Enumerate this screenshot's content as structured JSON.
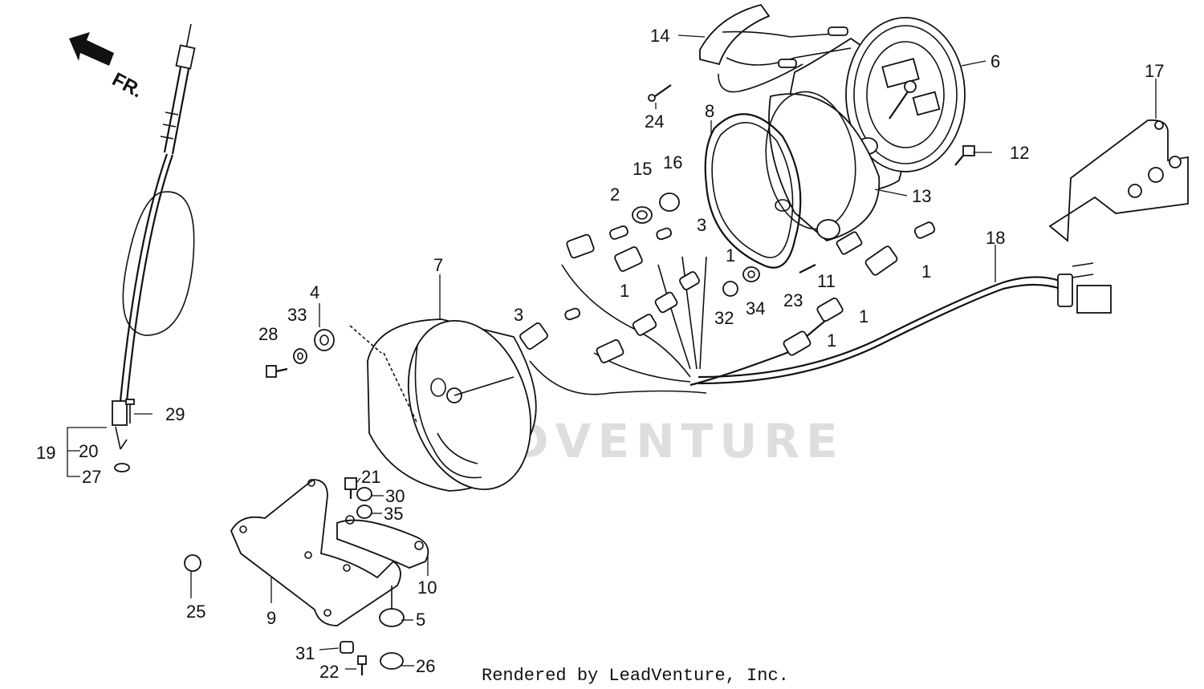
{
  "diagram": {
    "direction_label": "FR.",
    "watermark": "LEADVENTURE",
    "credit": "Rendered by LeadVenture, Inc.",
    "part_numbers": {
      "p1a": "1",
      "p1b": "1",
      "p1c": "1",
      "p1d": "1",
      "p1e": "1",
      "p2": "2",
      "p3a": "3",
      "p3b": "3",
      "p4": "4",
      "p5": "5",
      "p6": "6",
      "p7": "7",
      "p8": "8",
      "p9": "9",
      "p10": "10",
      "p11": "11",
      "p12": "12",
      "p13": "13",
      "p14": "14",
      "p15": "15",
      "p16": "16",
      "p17": "17",
      "p18": "18",
      "p19": "19",
      "p20": "20",
      "p21": "21",
      "p22": "22",
      "p23": "23",
      "p24": "24",
      "p25": "25",
      "p26": "26",
      "p27": "27",
      "p28": "28",
      "p29": "29",
      "p30": "30",
      "p31": "31",
      "p32": "32",
      "p33": "33",
      "p34": "34",
      "p35": "35"
    }
  }
}
